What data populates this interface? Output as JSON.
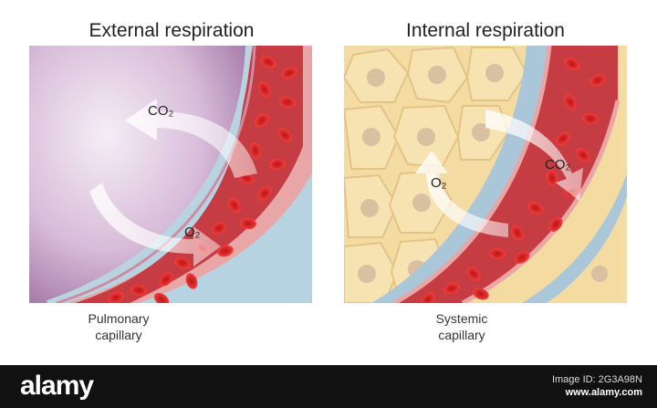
{
  "external": {
    "title": "External respiration",
    "caption_line1": "Pulmonary",
    "caption_line2": "capillary",
    "co2": "CO₂",
    "o2": "O₂"
  },
  "internal": {
    "title": "Internal respiration",
    "caption_line1": "Systemic",
    "caption_line2": "capillary",
    "co2": "CO₂",
    "o2": "O₂"
  },
  "footer": {
    "brand": "alamy",
    "image_id": "Image ID: 2G3A98N",
    "site": "www.alamy.com"
  },
  "colors": {
    "alveolus": "#c9a3c9",
    "vessel": "#c0393f",
    "rbc": "#d9262c",
    "tissue": "#f3dba2",
    "membrane": "#a9c7d8"
  }
}
